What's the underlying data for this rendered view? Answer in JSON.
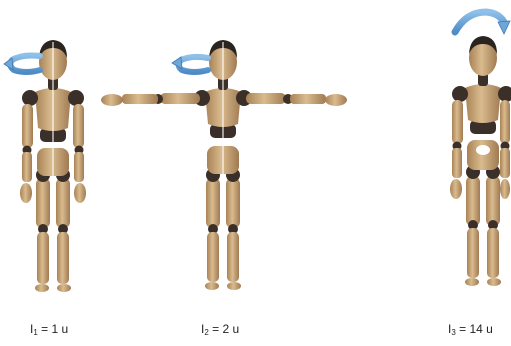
{
  "figures": [
    {
      "id": "figure-1",
      "pose": "arms-down-rotate-about-vertical"
    },
    {
      "id": "figure-2",
      "pose": "arms-out-rotate-about-vertical"
    },
    {
      "id": "figure-3",
      "pose": "arms-down-rotate-about-horizontal"
    }
  ],
  "captions": [
    {
      "symbol": "I",
      "sub": "1",
      "eq": " = 1 u"
    },
    {
      "symbol": "I",
      "sub": "2",
      "eq": " = 2 u"
    },
    {
      "symbol": "I",
      "sub": "3",
      "eq": " = 14 u"
    }
  ],
  "colors": {
    "wood": "#c9a77a",
    "wood_dark": "#a7825a",
    "joint": "#3b2f2a",
    "hair": "#2b2420",
    "arrow": "#6fa6d6",
    "arrow_edge": "#3f79b4",
    "axis": "#ffffff"
  }
}
